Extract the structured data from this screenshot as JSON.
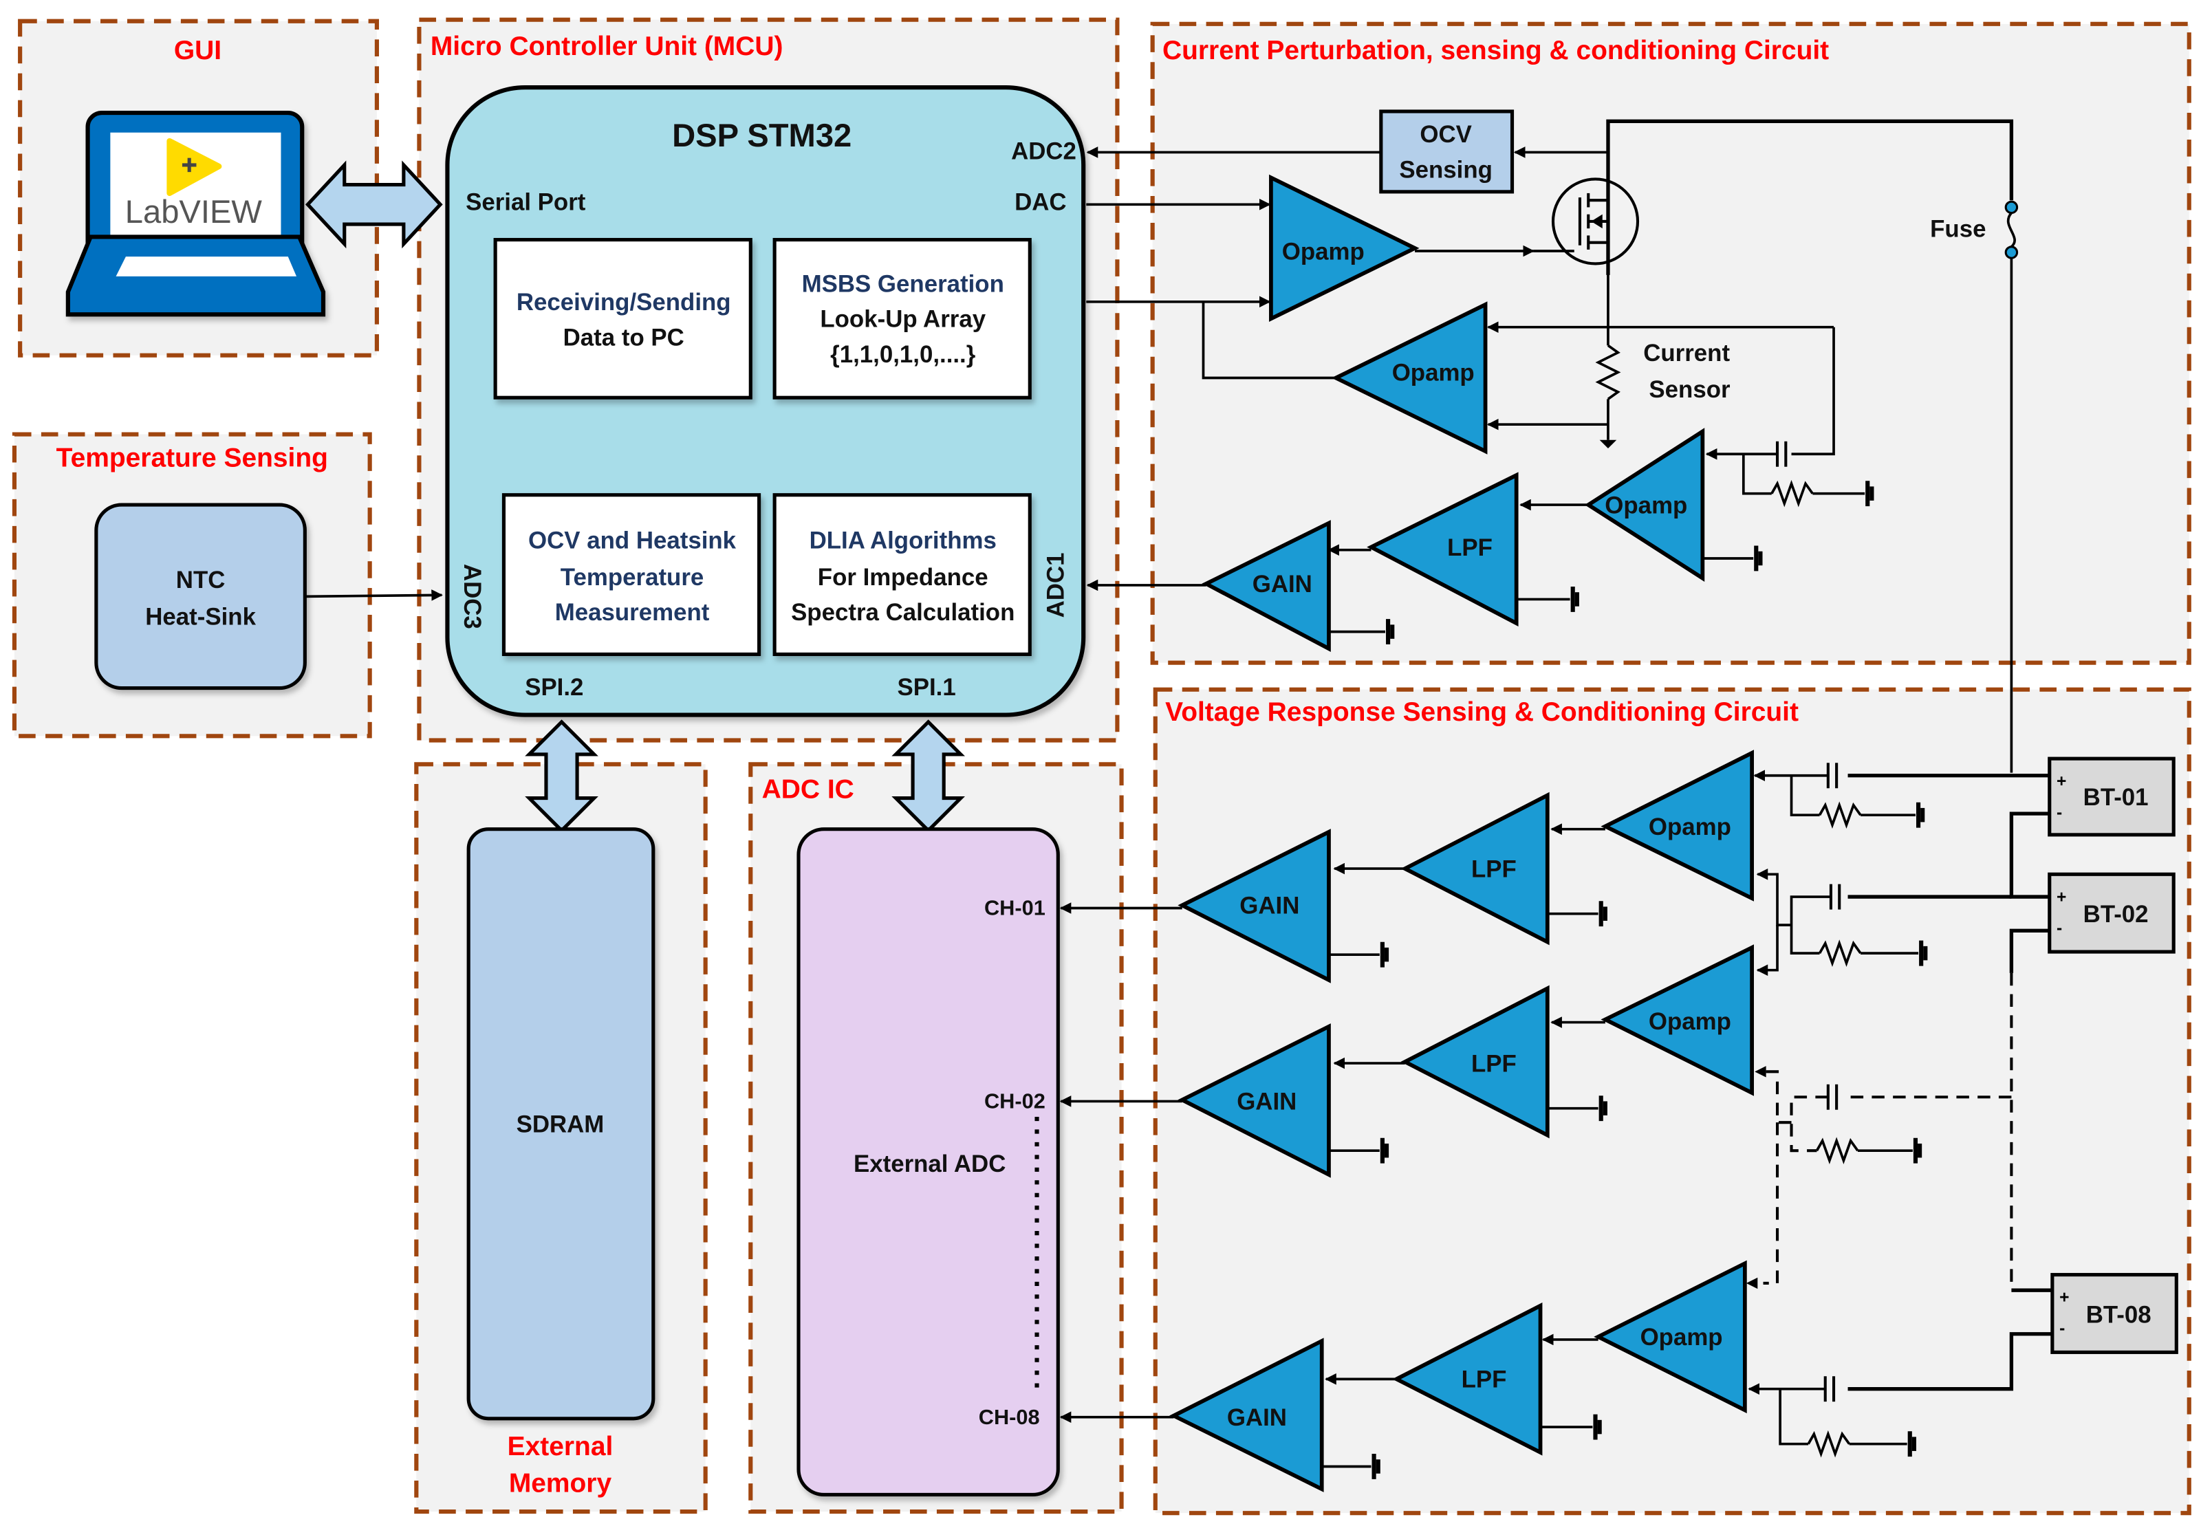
{
  "sections": {
    "gui": "GUI",
    "mcu": "Micro Controller Unit (MCU)",
    "current": "Current Perturbation, sensing & conditioning Circuit",
    "temperature": "Temperature Sensing",
    "voltage": "Voltage Response Sensing & Conditioning Circuit",
    "adc_ic": "ADC IC",
    "memory_line1": "External",
    "memory_line2": "Memory"
  },
  "gui": {
    "software": "LabVIEW"
  },
  "mcu": {
    "title": "DSP STM32",
    "ports": {
      "serial": "Serial Port",
      "adc1": "ADC1",
      "adc2": "ADC2",
      "adc3": "ADC3",
      "dac": "DAC",
      "spi1": "SPI.1",
      "spi2": "SPI.2"
    },
    "blocks": [
      {
        "line1": "Receiving/Sending",
        "line2": "Data to PC",
        "line3": ""
      },
      {
        "line1": "MSBS Generation",
        "line2": "Look-Up Array",
        "line3": "{1,1,0,1,0,....}"
      },
      {
        "line1": "OCV and Heatsink",
        "line2": "Temperature",
        "line3": "Measurement"
      },
      {
        "line1": "DLIA Algorithms",
        "line2": "For Impedance",
        "line3": "Spectra Calculation"
      }
    ]
  },
  "temperature": {
    "line1": "NTC",
    "line2": "Heat-Sink"
  },
  "current": {
    "ocv_line1": "OCV",
    "ocv_line2": "Sensing",
    "fuse": "Fuse",
    "sensor_line1": "Current",
    "sensor_line2": "Sensor",
    "opamp": "Opamp",
    "lpf": "LPF",
    "gain": "GAIN"
  },
  "memory": {
    "sdram": "SDRAM"
  },
  "adc": {
    "title": "External ADC",
    "channels": [
      "CH-01",
      "CH-02",
      "CH-08"
    ]
  },
  "voltage": {
    "opamp": "Opamp",
    "lpf": "LPF",
    "gain": "GAIN",
    "batteries": [
      "BT-01",
      "BT-02",
      "BT-08"
    ],
    "plus": "+",
    "minus": "-"
  },
  "colors": {
    "frame_border": "#a0460f",
    "section_title": "#ff0000",
    "mcu_fill": "#a8dde9",
    "amp_fill": "#1b9bd4",
    "ntc_fill": "#b4cfea",
    "sdram_fill": "#b4cfea",
    "adc_fill": "#e5cff0",
    "battery_fill": "#d9d9d9"
  }
}
